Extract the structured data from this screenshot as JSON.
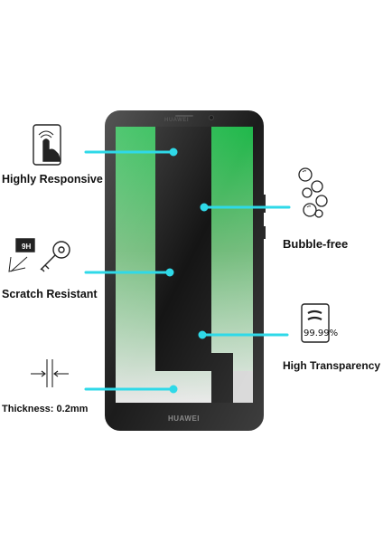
{
  "features": {
    "responsive": "Highly Responsive",
    "bubble": "Bubble-free",
    "scratch": "Scratch Resistant",
    "transparency": "High Transparency",
    "thickness": "Thickness: 0.2mm"
  },
  "icons": {
    "responsive": "touch-finger-icon",
    "bubble": "bubbles-icon",
    "scratch": "key-scratch-icon",
    "transparency": "transparency-card-icon",
    "thickness": "thickness-arrows-icon"
  },
  "phone": {
    "brand": "HUAWEI"
  },
  "badges": {
    "hardness": "9H",
    "percent": "99.99%"
  },
  "colors": {
    "pointer": "#2fd9e8",
    "screen_top": "#1fb84a",
    "screen_bottom": "#e6e6e6",
    "phone_body": "#1c1c1c"
  }
}
